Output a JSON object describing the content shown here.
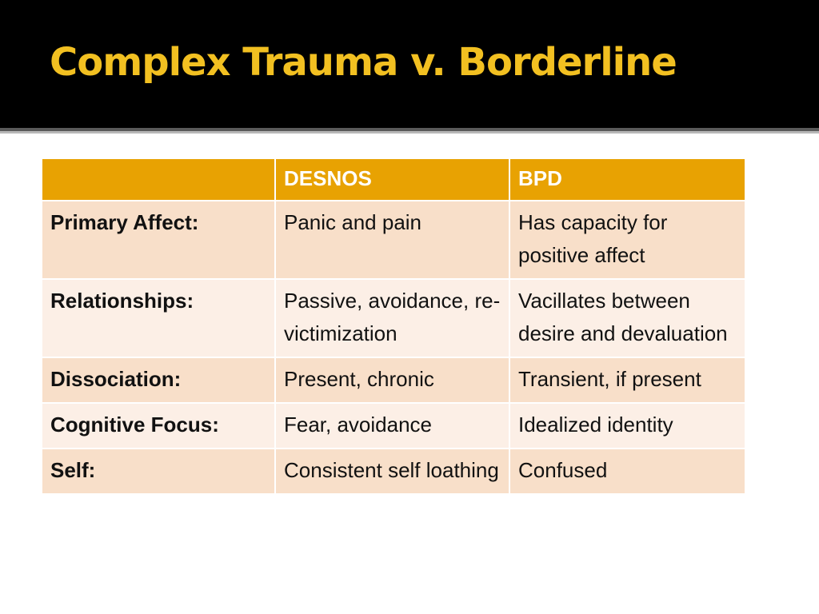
{
  "slide": {
    "title": "Complex Trauma v. Borderline"
  },
  "table": {
    "headers": [
      "",
      "DESNOS",
      "BPD"
    ],
    "rows": [
      {
        "label": "Primary Affect:",
        "desnos": "Panic  and pain",
        "bpd": "Has capacity for positive affect"
      },
      {
        "label": "Relationships:",
        "desnos": "Passive, avoidance, re-victimization",
        "bpd": "Vacillates between desire and devaluation"
      },
      {
        "label": "Dissociation:",
        "desnos": "Present, chronic",
        "bpd": "Transient, if present"
      },
      {
        "label": "Cognitive Focus:",
        "desnos": "Fear, avoidance",
        "bpd": "Idealized identity"
      },
      {
        "label": "Self:",
        "desnos": "Consistent self loathing",
        "bpd": "Confused"
      }
    ]
  },
  "colors": {
    "title_band": "#000000",
    "title_text": "#f2c021",
    "header_fill": "#e8a202",
    "row_dark": "#f8dfc9",
    "row_light": "#fcefe6"
  }
}
